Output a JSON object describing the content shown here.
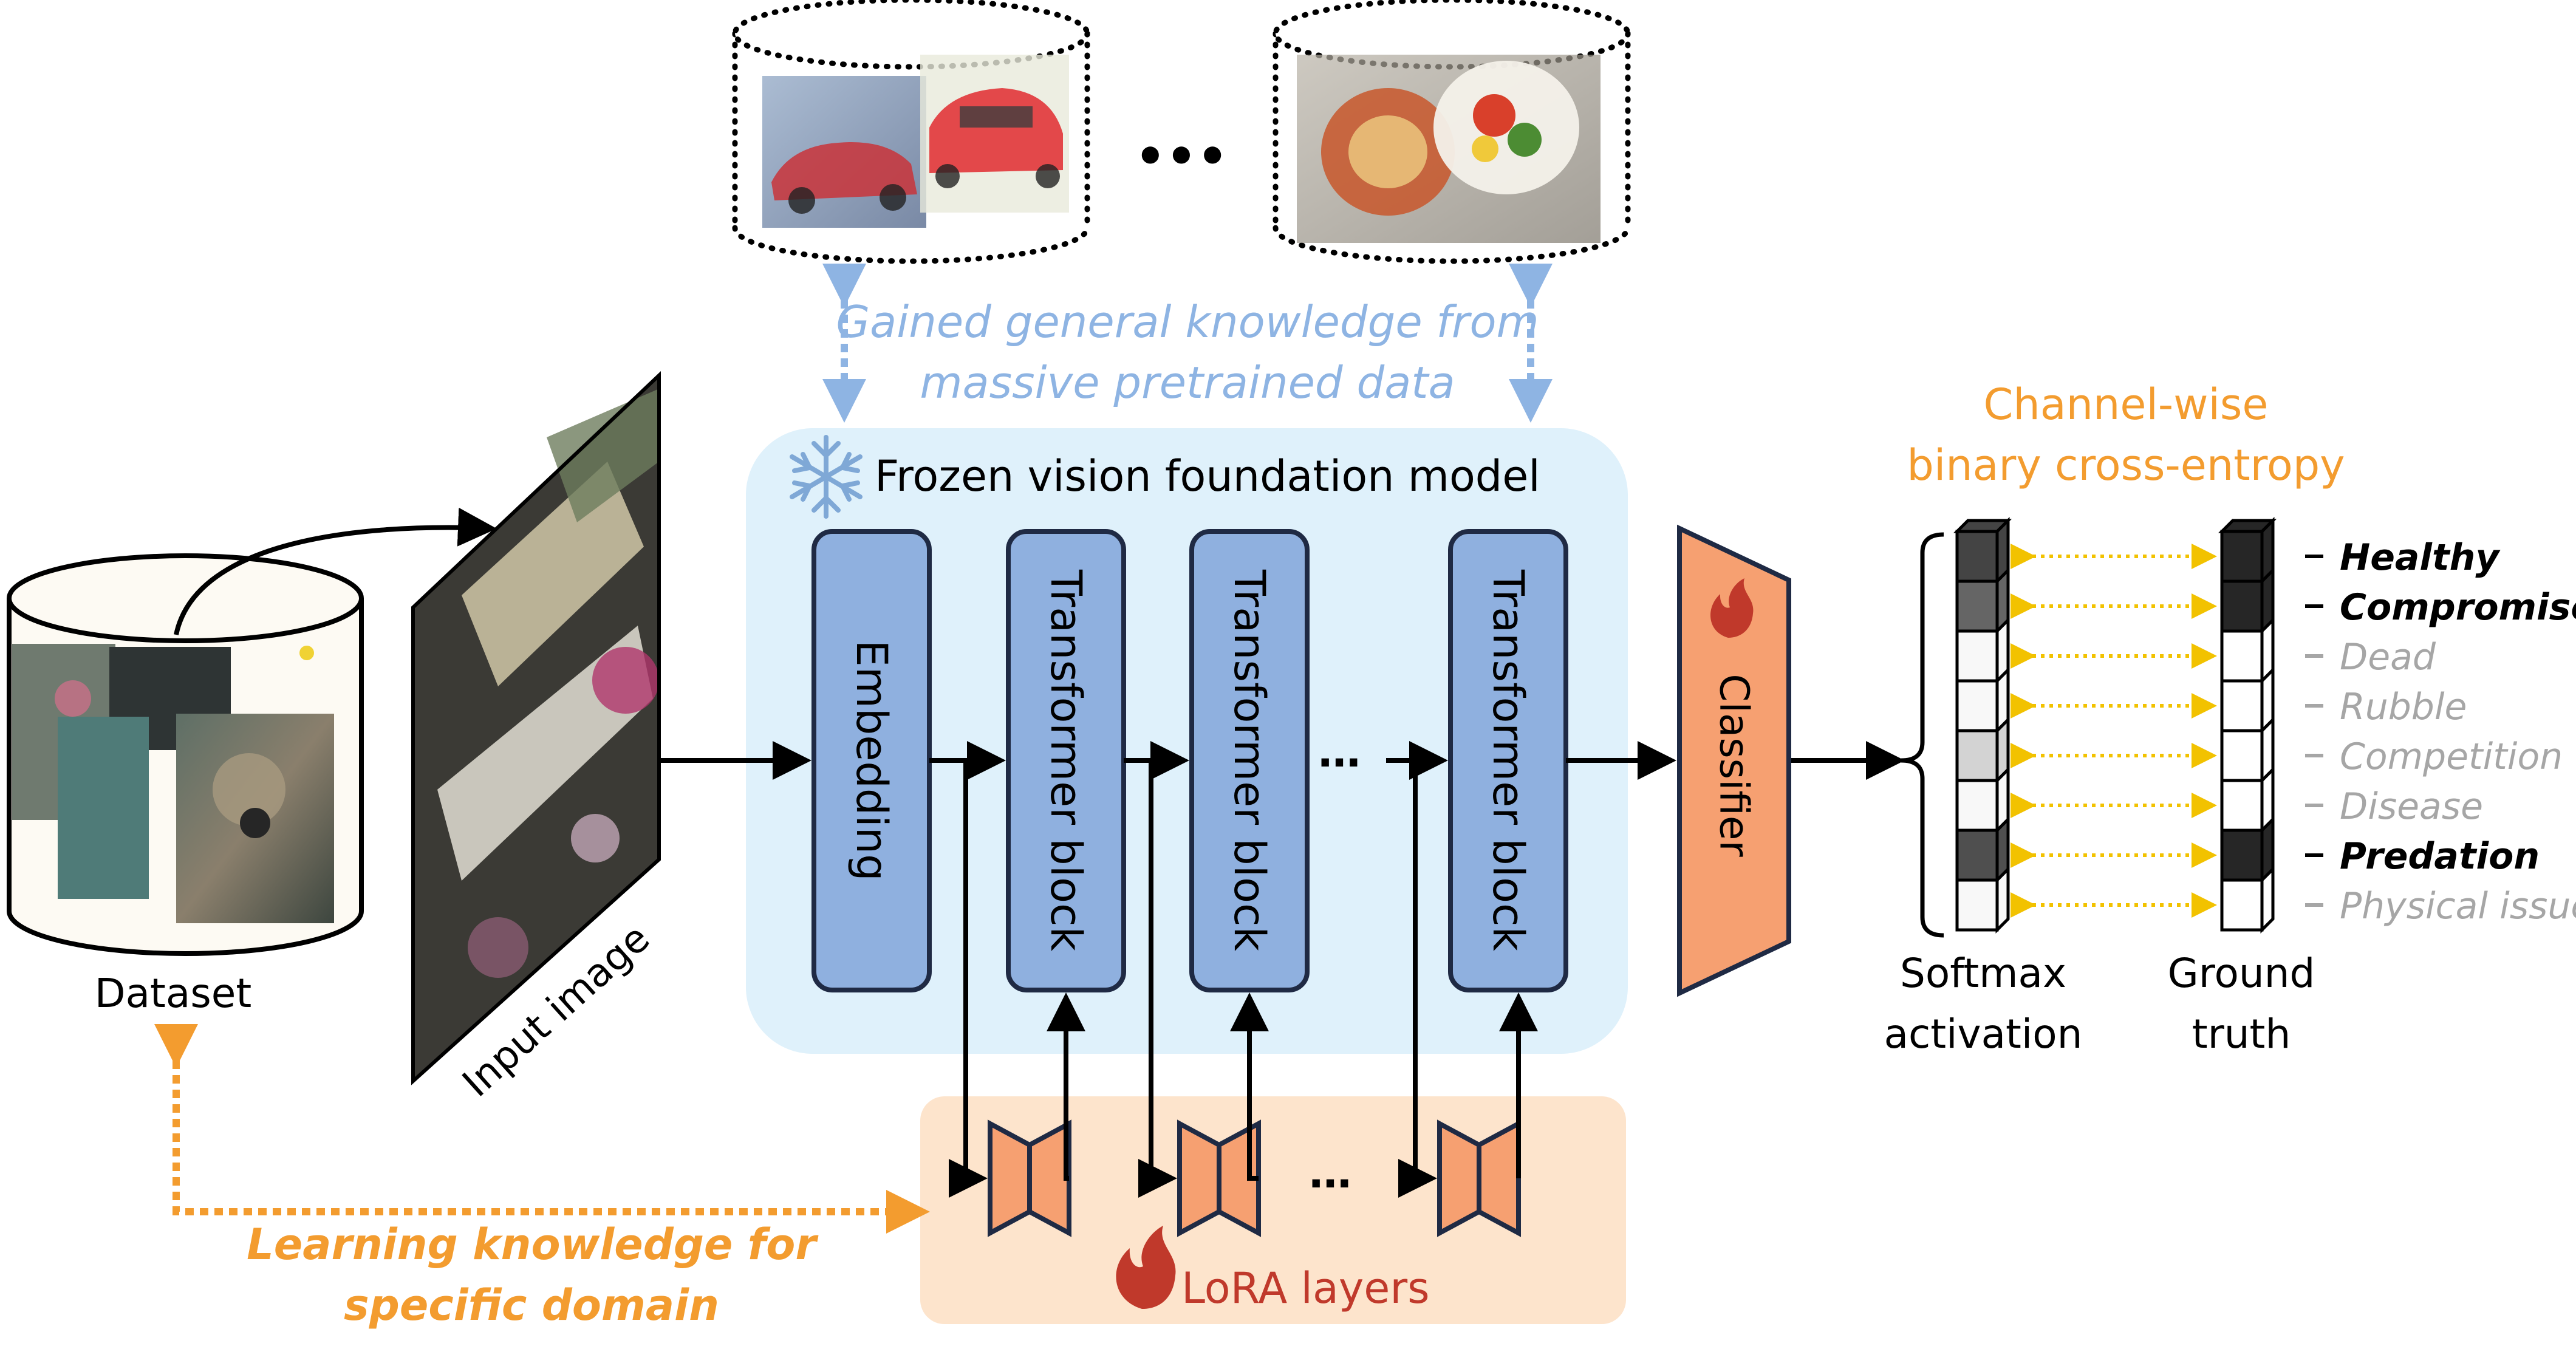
{
  "top_caption": {
    "line1": "Gained general knowledge from",
    "line2": "massive pretrained data"
  },
  "ellipsis": "•••",
  "frozen_model": {
    "title": "Frozen vision foundation model"
  },
  "blocks": {
    "embedding": "Embedding",
    "transformer": "Transformer block",
    "dots": "…"
  },
  "classifier": "Classifier",
  "lora": {
    "title": "LoRA layers",
    "dots": "…"
  },
  "dataset": {
    "label": "Dataset"
  },
  "input_image": {
    "label": "Input image"
  },
  "bottom_caption": {
    "line1": "Learning knowledge for",
    "line2": "specific domain"
  },
  "loss": {
    "line1": "Channel-wise",
    "line2": "binary cross-entropy"
  },
  "softmax": {
    "line1": "Softmax",
    "line2": "activation"
  },
  "ground_truth": {
    "line1": "Ground",
    "line2": "truth"
  },
  "classes": [
    {
      "label": "Healthy",
      "positive": true
    },
    {
      "label": "Compromised",
      "positive": true
    },
    {
      "label": "Dead",
      "positive": false
    },
    {
      "label": "Rubble",
      "positive": false
    },
    {
      "label": "Competition",
      "positive": false
    },
    {
      "label": "Disease",
      "positive": false
    },
    {
      "label": "Predation",
      "positive": true
    },
    {
      "label": "Physical issue",
      "positive": false
    }
  ],
  "softmax_levels": [
    0.85,
    0.7,
    0.03,
    0.03,
    0.2,
    0.03,
    0.8,
    0.03
  ],
  "colors": {
    "blue_text": "#8eb4e3",
    "orange_text": "#f39c2f",
    "frozen_bg": "#dff1fb",
    "block_fill": "#8fb0df",
    "lora_bg": "#fde4cc",
    "classifier_fill": "#f6a071",
    "red_text": "#c0392b"
  }
}
